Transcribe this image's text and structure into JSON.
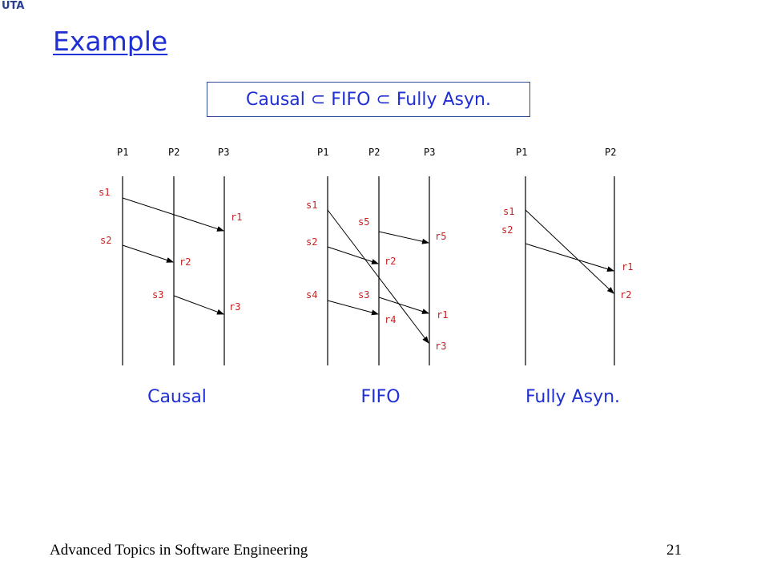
{
  "logo": "UTA",
  "title": "Example",
  "relation_box": "Causal ⊂ FIFO ⊂ Fully Asyn.",
  "diagrams": {
    "causal": {
      "caption": "Causal",
      "processes": [
        "P1",
        "P2",
        "P3"
      ],
      "labels": {
        "s1": "s1",
        "s2": "s2",
        "s3": "s3",
        "r1": "r1",
        "r2": "r2",
        "r3": "r3"
      }
    },
    "fifo": {
      "caption": "FIFO",
      "processes": [
        "P1",
        "P2",
        "P3"
      ],
      "labels": {
        "s1": "s1",
        "s2": "s2",
        "s3": "s3",
        "s4": "s4",
        "s5": "s5",
        "r1": "r1",
        "r2": "r2",
        "r3": "r3",
        "r4": "r4",
        "r5": "r5"
      }
    },
    "fully_asyn": {
      "caption": "Fully Asyn.",
      "processes": [
        "P1",
        "P2"
      ],
      "labels": {
        "s1": "s1",
        "s2": "s2",
        "r1": "r1",
        "r2": "r2"
      }
    }
  },
  "footer": {
    "course": "Advanced Topics in Software Engineering",
    "page_number": "21"
  },
  "colors": {
    "title": "#1f2fd3",
    "message_label": "#c81e1e",
    "box_border": "#2e4a9b"
  }
}
